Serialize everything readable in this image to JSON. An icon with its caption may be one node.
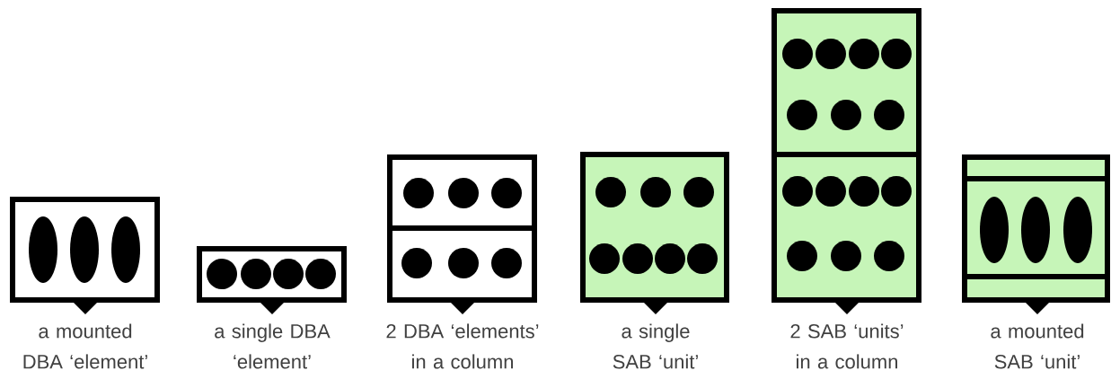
{
  "diagram": {
    "nodes": [
      {
        "text": [],
        "shape": "box",
        "beside": [
          "a mounted DBA ‘element’"
        ]
      },
      {
        "text": [],
        "shape": "box",
        "beside": [
          "a single DBA ‘element’"
        ]
      },
      {
        "text": [],
        "shape": "box",
        "beside": [
          "2 DBA ‘elements’ in a column"
        ]
      },
      {
        "text": [],
        "shape": "box",
        "beside": [
          "a single SAB ‘unit’"
        ]
      },
      {
        "text": [],
        "shape": "box",
        "beside": [
          "2 SAB ‘units’ in a column"
        ]
      },
      {
        "text": [],
        "shape": "box",
        "beside": [
          "a mounted SAB ‘unit’"
        ]
      }
    ]
  }
}
